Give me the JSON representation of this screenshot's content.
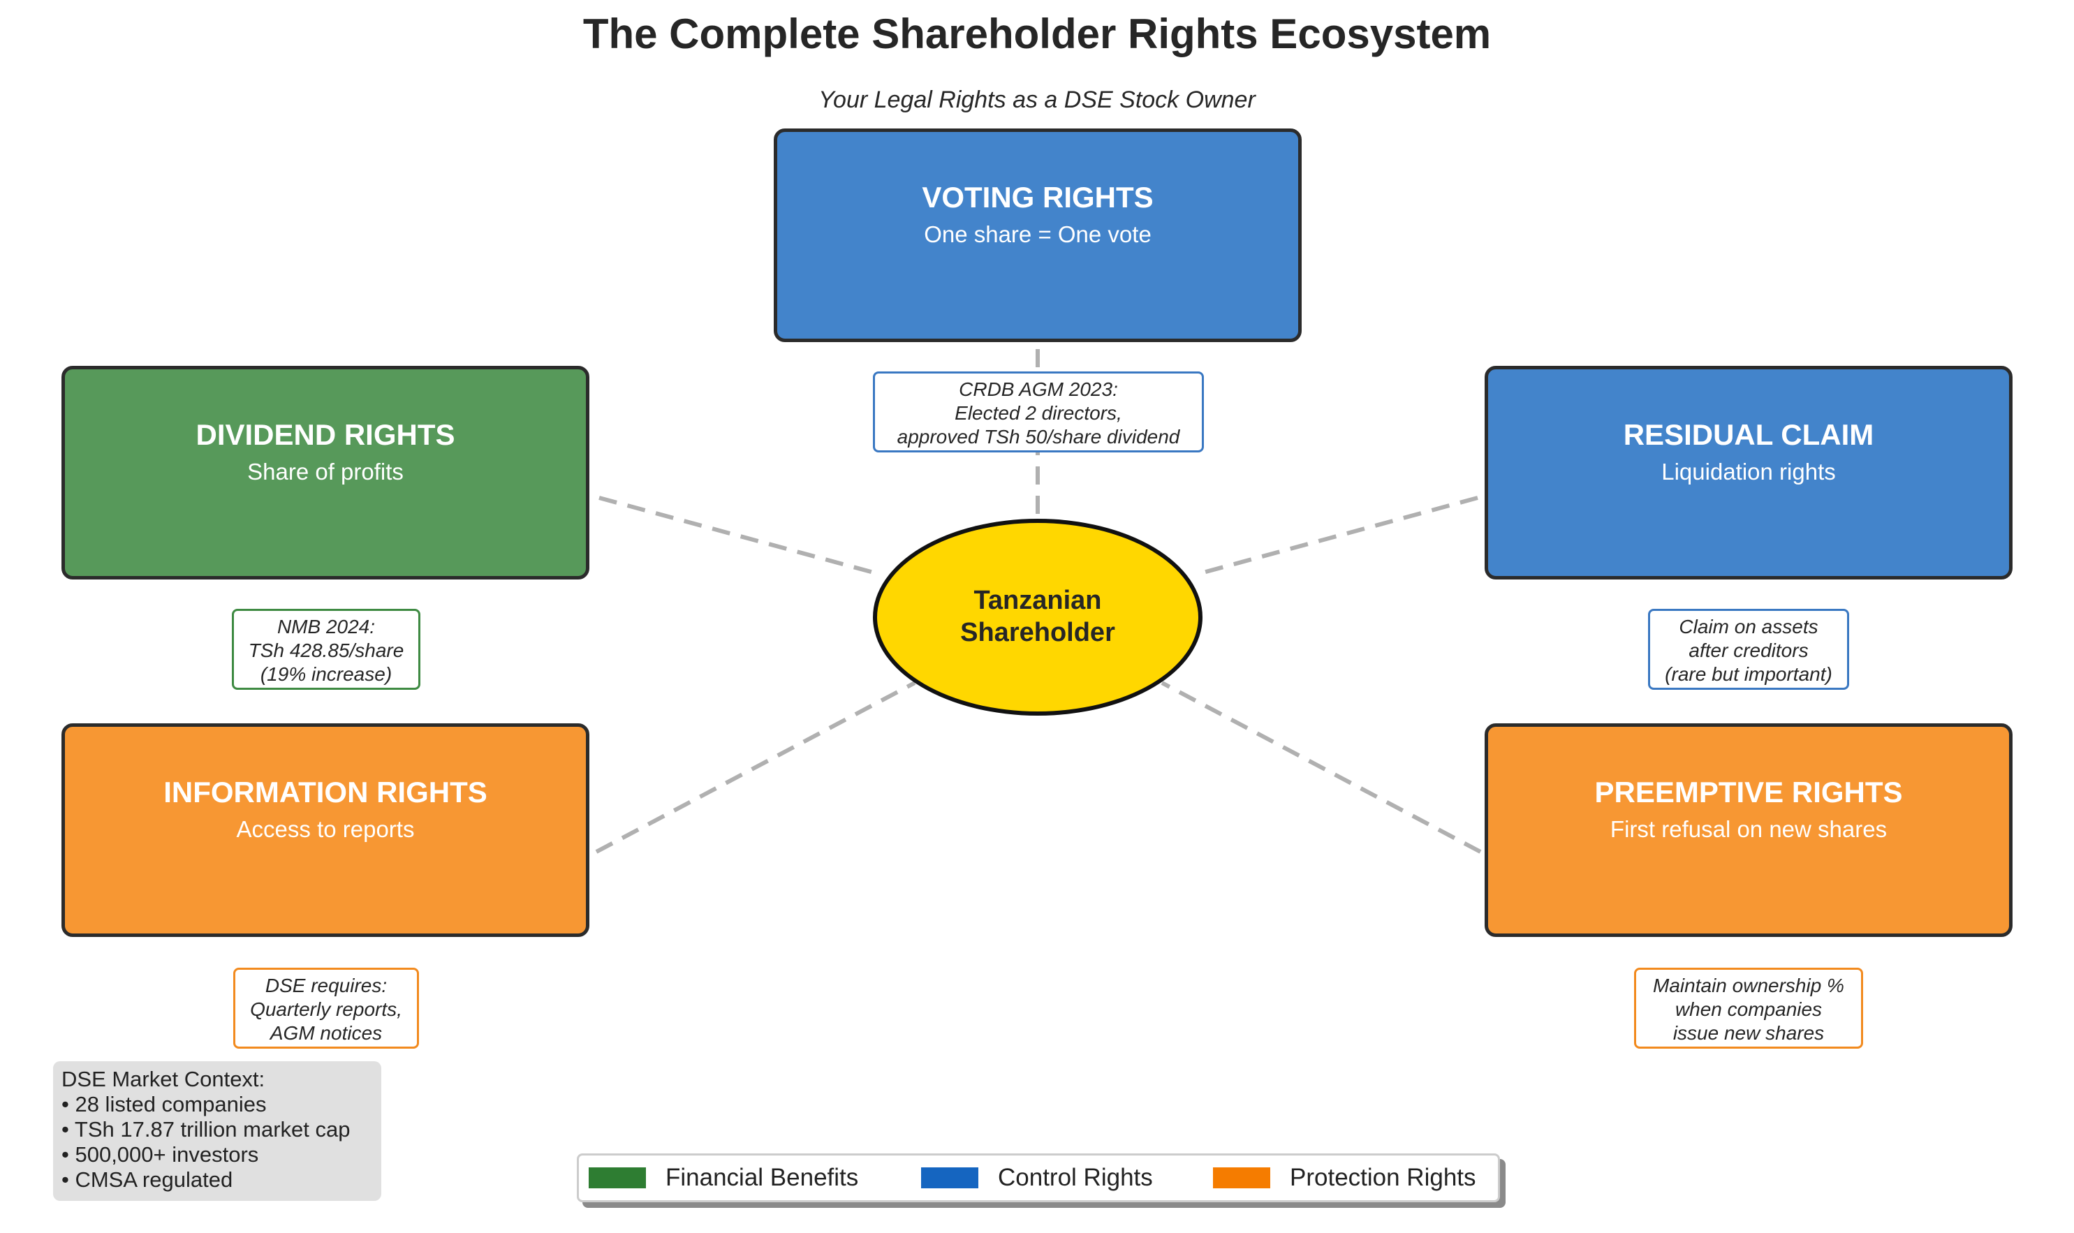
{
  "title": "The Complete Shareholder Rights Ecosystem",
  "subtitle": "Your Legal Rights as a DSE Stock Owner",
  "center": {
    "line1": "Tanzanian",
    "line2": "Shareholder",
    "color": "#FFD700"
  },
  "rights": {
    "voting": {
      "title": "VOTING RIGHTS",
      "subtitle": "One share = One vote",
      "color": "#4384CB",
      "note": [
        "CRDB AGM 2023:",
        "Elected 2 directors,",
        "approved TSh 50/share dividend"
      ],
      "note_color": "#3A78C2"
    },
    "dividend": {
      "title": "DIVIDEND RIGHTS",
      "subtitle": "Share of profits",
      "color": "#57995A",
      "note": [
        "NMB 2024:",
        "TSh 428.85/share",
        "(19% increase)"
      ],
      "note_color": "#3E8A42"
    },
    "residual": {
      "title": "RESIDUAL CLAIM",
      "subtitle": "Liquidation rights",
      "color": "#4384CB",
      "note": [
        "Claim on assets",
        "after creditors",
        "(rare but important)"
      ],
      "note_color": "#3A78C2"
    },
    "information": {
      "title": "INFORMATION RIGHTS",
      "subtitle": "Access to reports",
      "color": "#F79733",
      "note": [
        "DSE requires:",
        "Quarterly reports,",
        "AGM notices"
      ],
      "note_color": "#F28A1E"
    },
    "preemptive": {
      "title": "PREEMPTIVE RIGHTS",
      "subtitle": "First refusal on new shares",
      "color": "#F79733",
      "note": [
        "Maintain ownership %",
        "when companies",
        "issue new shares"
      ],
      "note_color": "#F28A1E"
    }
  },
  "context": {
    "heading": "DSE Market Context:",
    "items": [
      "• 28 listed companies",
      "• TSh 17.87 trillion market cap",
      "• 500,000+ investors",
      "• CMSA regulated"
    ]
  },
  "legend": [
    {
      "label": "Financial Benefits",
      "color": "#2E7D32"
    },
    {
      "label": "Control Rights",
      "color": "#1565C0"
    },
    {
      "label": "Protection Rights",
      "color": "#F57C00"
    }
  ],
  "connector_color": "#B0B0B0"
}
